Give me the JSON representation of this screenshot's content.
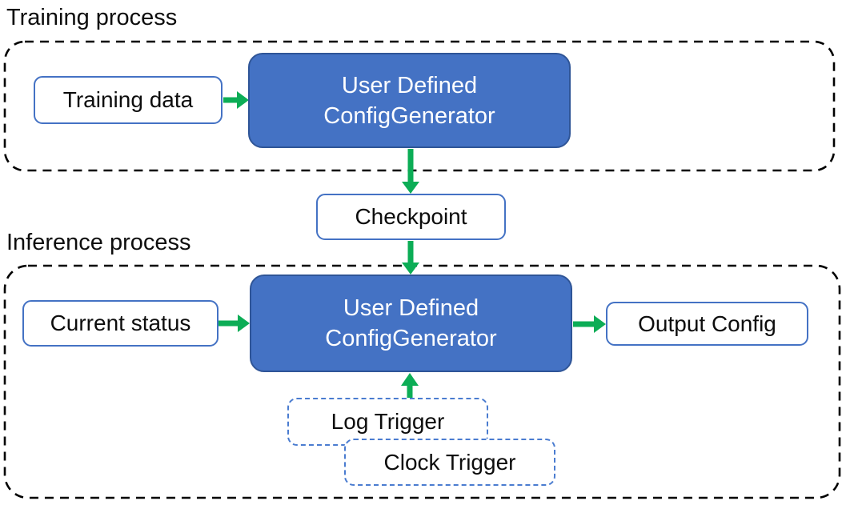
{
  "colors": {
    "blue_fill": "#4472C4",
    "blue_border": "#2F5597",
    "white_box_border": "#4472C4",
    "trigger_border": "#4A7CD0",
    "arrow_green": "#0CAD56",
    "dashed_container": "#000000",
    "text_dark": "#0D0D0D",
    "text_light": "#FFFFFF"
  },
  "training": {
    "label": "Training process",
    "training_data": "Training data",
    "generator_line1": "User Defined",
    "generator_line2": "ConfigGenerator"
  },
  "checkpoint": "Checkpoint",
  "inference": {
    "label": "Inference process",
    "current_status": "Current status",
    "generator_line1": "User Defined",
    "generator_line2": "ConfigGenerator",
    "output_config": "Output Config",
    "log_trigger": "Log Trigger",
    "clock_trigger": "Clock Trigger"
  }
}
